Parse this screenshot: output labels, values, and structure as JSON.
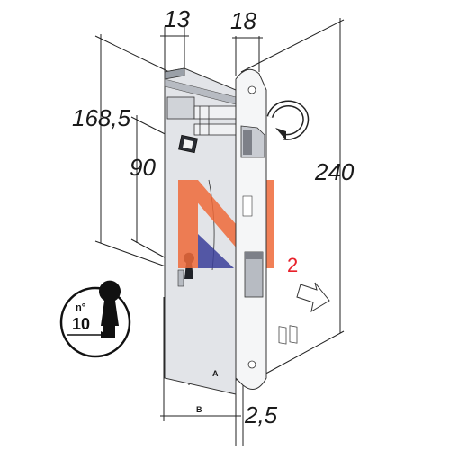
{
  "dimensions": {
    "backset_width": "13",
    "faceplate_width": "18",
    "height_total": "168,5",
    "distance_handle_key": "90",
    "faceplate_height": "240",
    "faceplate_thickness": "2,5",
    "label_a": "A",
    "label_b": "B"
  },
  "annotations": {
    "latch_reversible_count": "2"
  },
  "key_badge": {
    "prefix": "n°",
    "number": "10"
  },
  "colors": {
    "accent_red": "#e8202a",
    "watermark_orange": "#ef6a3a",
    "watermark_blue": "#3b3f9a",
    "steel": "#c9ccd2",
    "steel_dark": "#8d9098"
  },
  "icons": [
    "rotate-arrow-icon",
    "slide-arrow-icon",
    "keyhole-icon"
  ]
}
